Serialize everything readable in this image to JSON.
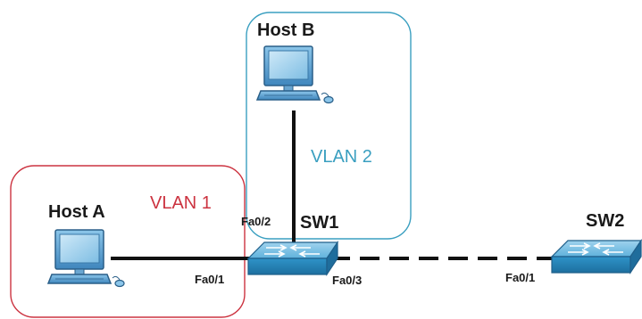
{
  "colors": {
    "vlan1": "#cc3340",
    "vlan2": "#3a9fc0",
    "link": "#111111",
    "switch_face": "#2f93c8",
    "pc_body": "#4a90c8"
  },
  "hosts": {
    "host_a": {
      "label": "Host A",
      "icon": "pc-icon"
    },
    "host_b": {
      "label": "Host B",
      "icon": "pc-icon"
    }
  },
  "switches": {
    "sw1": {
      "label": "SW1",
      "icon": "switch-icon"
    },
    "sw2": {
      "label": "SW2",
      "icon": "switch-icon"
    }
  },
  "vlans": {
    "vlan1": {
      "label": "VLAN 1"
    },
    "vlan2": {
      "label": "VLAN 2"
    }
  },
  "ports": {
    "sw1_fa01": "Fa0/1",
    "sw1_fa02": "Fa0/2",
    "sw1_fa03": "Fa0/3",
    "sw2_fa01": "Fa0/1"
  },
  "links": [
    {
      "from": "Host A",
      "to": "SW1 Fa0/1",
      "style": "solid"
    },
    {
      "from": "Host B",
      "to": "SW1 Fa0/2",
      "style": "solid"
    },
    {
      "from": "SW1 Fa0/3",
      "to": "SW2 Fa0/1",
      "style": "dashed"
    }
  ]
}
